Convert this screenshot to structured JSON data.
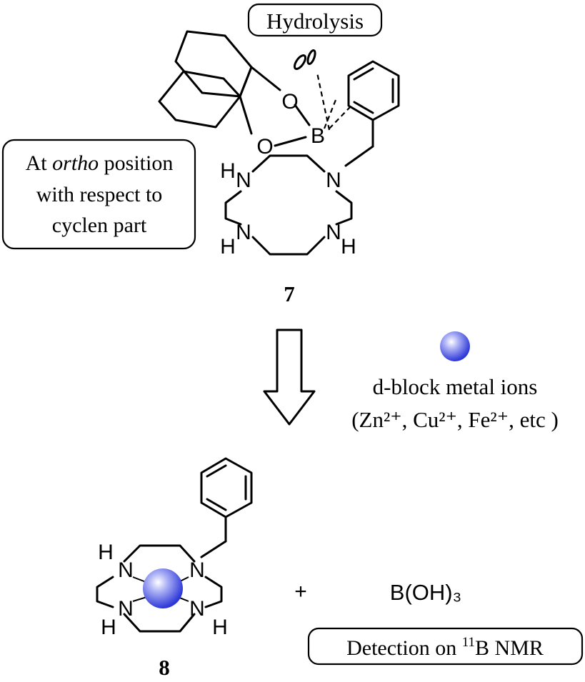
{
  "labels": {
    "hydrolysis": "Hydrolysis",
    "ortho_note_line1_prefix": "At ",
    "ortho_note_line1_italic": "ortho",
    "ortho_note_line1_suffix": " position",
    "ortho_note_line2": "with respect to",
    "ortho_note_line3": "cyclen part",
    "compound_7": "7",
    "compound_8": "8",
    "metal_ions_title": "d-block metal ions",
    "metal_ions_list": "(Zn²⁺, Cu²⁺, Fe²⁺, etc )",
    "plus": "+",
    "boric_acid": "B(OH)₃",
    "detection_prefix": "Detection on ",
    "detection_sup": "11",
    "detection_suffix": "B NMR"
  },
  "atoms": {
    "O": "O",
    "B": "B",
    "N": "N",
    "H": "H"
  },
  "colors": {
    "metal_sphere": "#4b55e6",
    "metal_highlight": "#ffffff"
  }
}
